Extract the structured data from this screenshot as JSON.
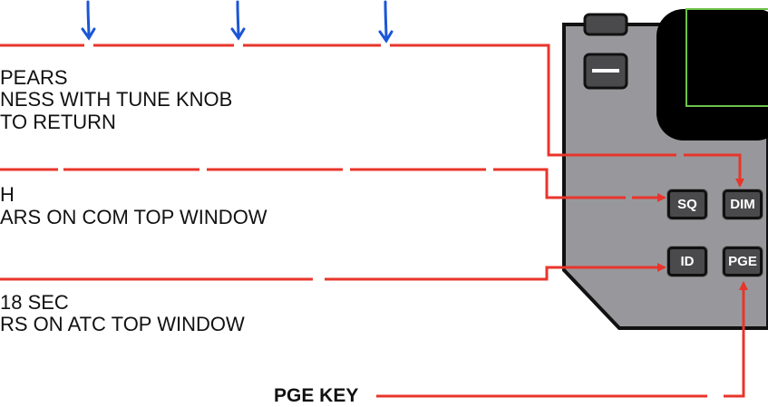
{
  "notes": {
    "dim": [
      "PEARS",
      "NESS WITH TUNE KNOB",
      "TO RETURN"
    ],
    "sq": [
      "H",
      "ARS ON COM TOP WINDOW"
    ],
    "id": [
      "18 SEC",
      "RS ON ATC TOP WINDOW"
    ]
  },
  "buttons": {
    "sq": "SQ",
    "dim": "DIM",
    "id": "ID",
    "pge": "PGE"
  },
  "callout": "PGE KEY",
  "colors": {
    "leader": "#e8352b",
    "blue_arrow": "#1a56d6",
    "panel": "#9a9a9e",
    "screen_border": "#6fc24a"
  }
}
